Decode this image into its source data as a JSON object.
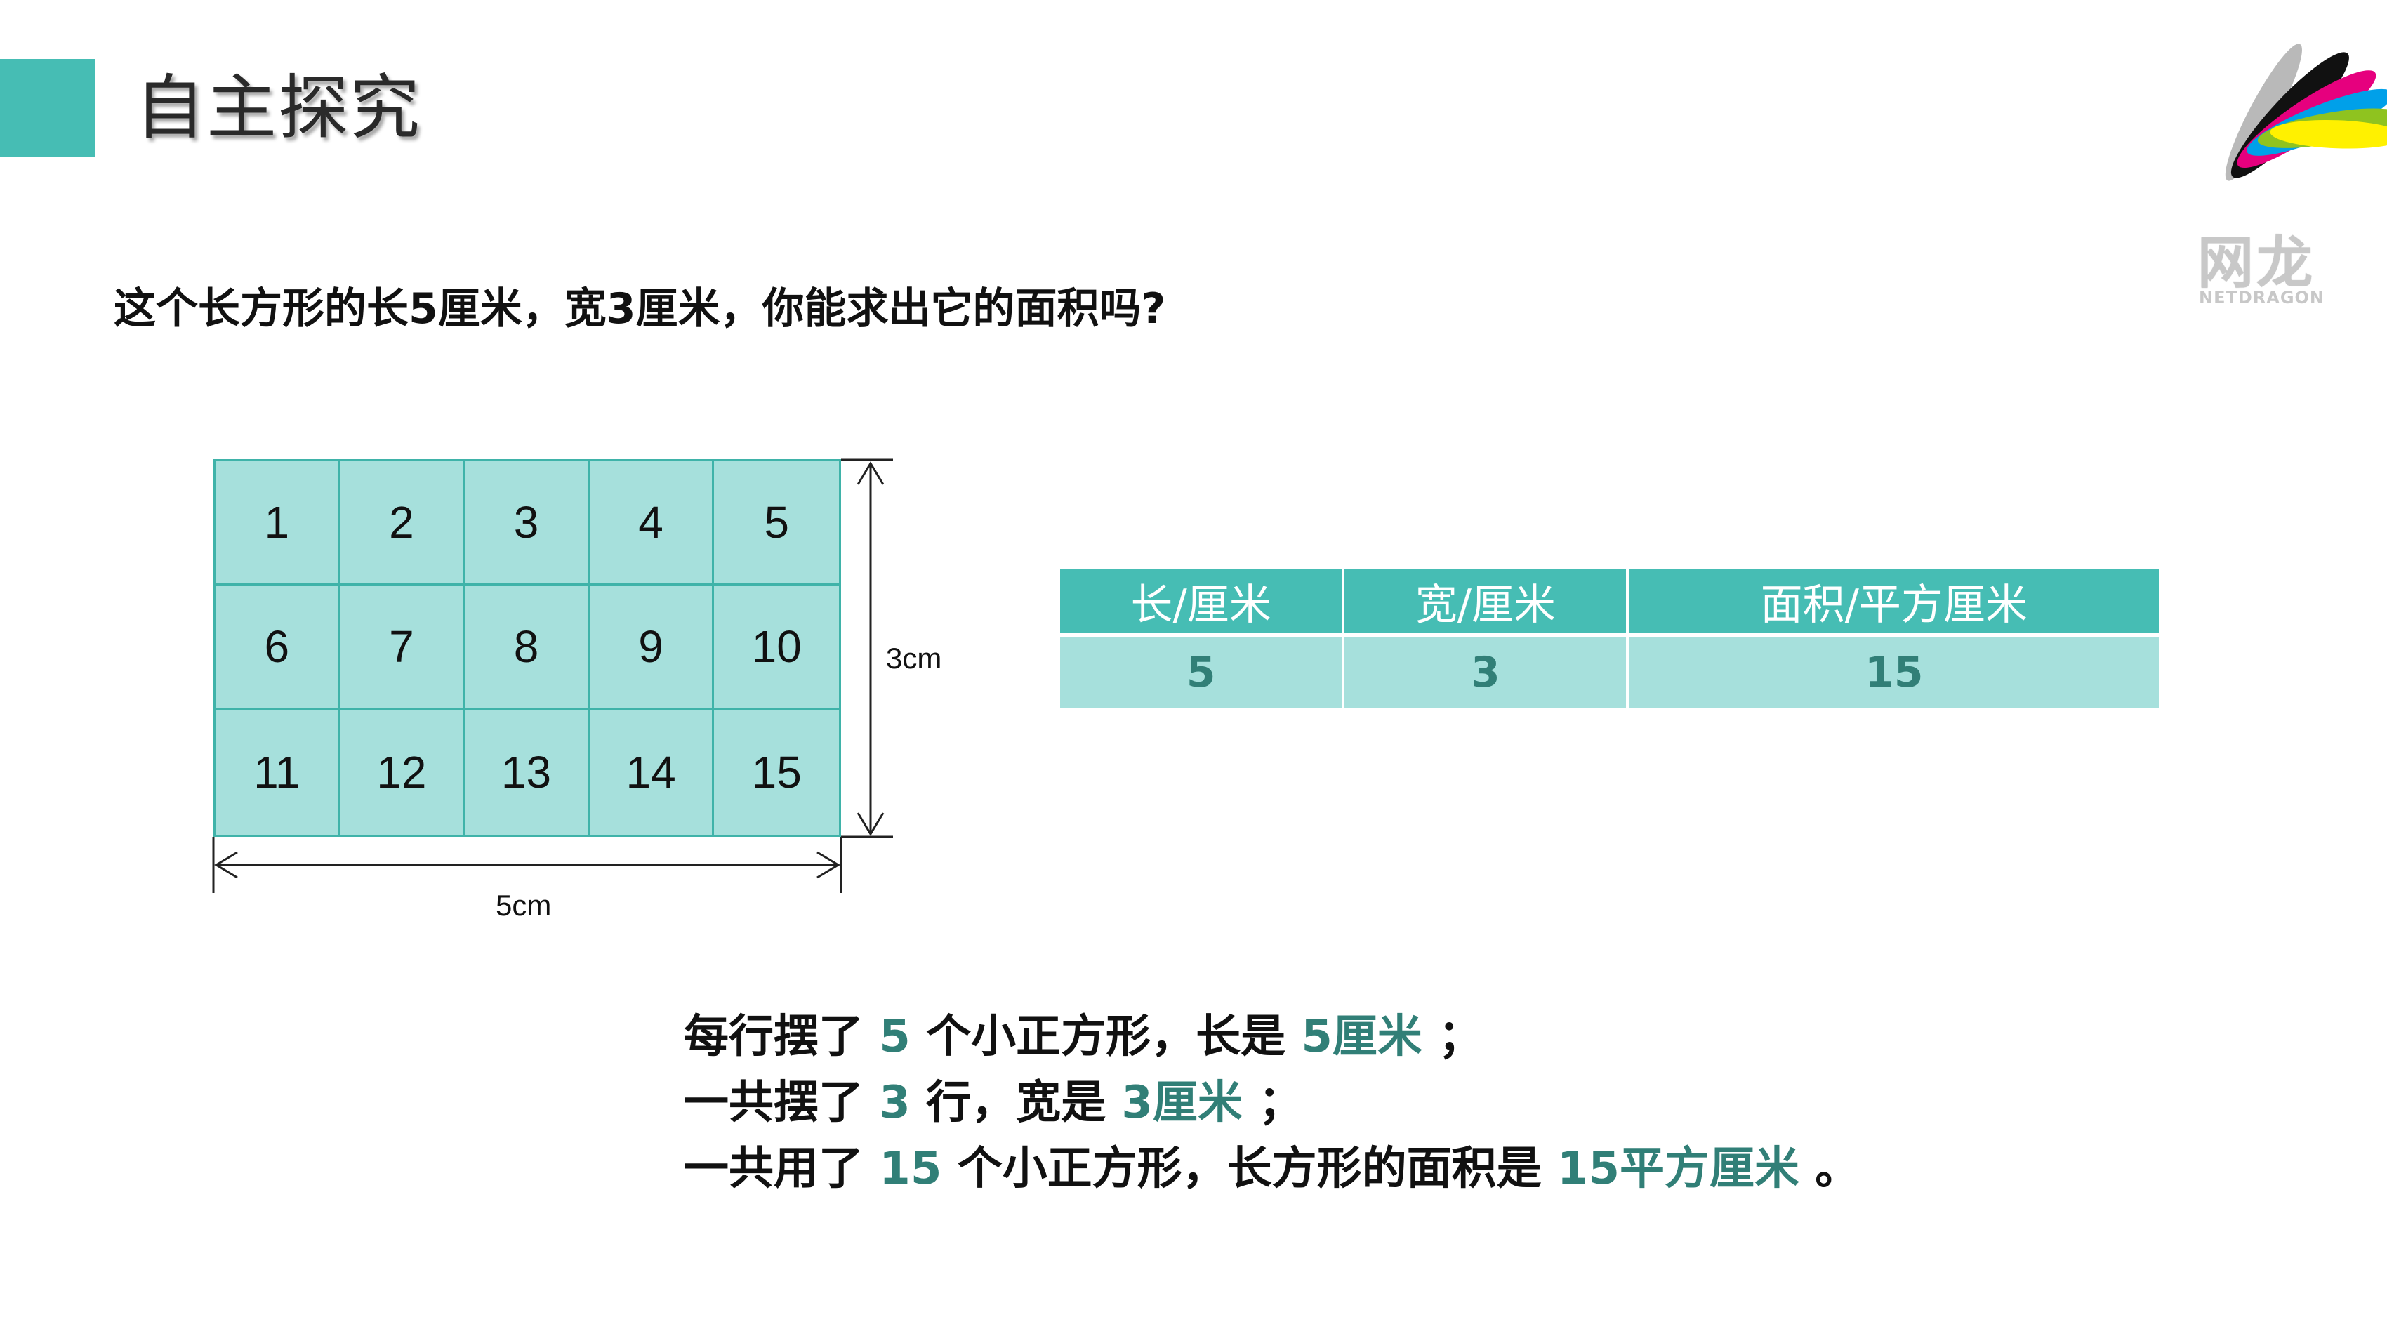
{
  "colors": {
    "accent": "#46bdb4",
    "cell_fill": "#a6e0dc",
    "cell_border": "#3fb3a9",
    "table_header": "#46bdb4",
    "table_row": "#a6e0dc",
    "table_value": "#317f77",
    "highlight": "#317f77",
    "logo_text": "#c8c8c8"
  },
  "header": {
    "title": "自主探究"
  },
  "logo": {
    "brand": "网龙",
    "brand_en": "NETDRAGON",
    "icon": "feather-logo-icon"
  },
  "question": "这个长方形的长5厘米，宽3厘米，你能求出它的面积吗?",
  "grid": {
    "cells": [
      "1",
      "2",
      "3",
      "4",
      "5",
      "6",
      "7",
      "8",
      "9",
      "10",
      "11",
      "12",
      "13",
      "14",
      "15"
    ]
  },
  "dimensions": {
    "height_label": "3cm",
    "width_label": "5cm"
  },
  "table": {
    "headers": [
      "长/厘米",
      "宽/厘米",
      "面积/平方厘米"
    ],
    "row": [
      "5",
      "3",
      "15"
    ]
  },
  "conclusion": {
    "line1": {
      "t1": "每行摆了 ",
      "n1": "5",
      "t2": " 个小正方形，长是 ",
      "n2": "5厘米",
      "t3": " ；"
    },
    "line2": {
      "t1": "一共摆了 ",
      "n1": "3",
      "t2": " 行，宽是 ",
      "n2": "3厘米",
      "t3": " ；"
    },
    "line3": {
      "t1": "一共用了 ",
      "n1": "15",
      "t2": " 个小正方形，长方形的面积是 ",
      "n2": "15平方厘米",
      "t3": " 。"
    }
  }
}
